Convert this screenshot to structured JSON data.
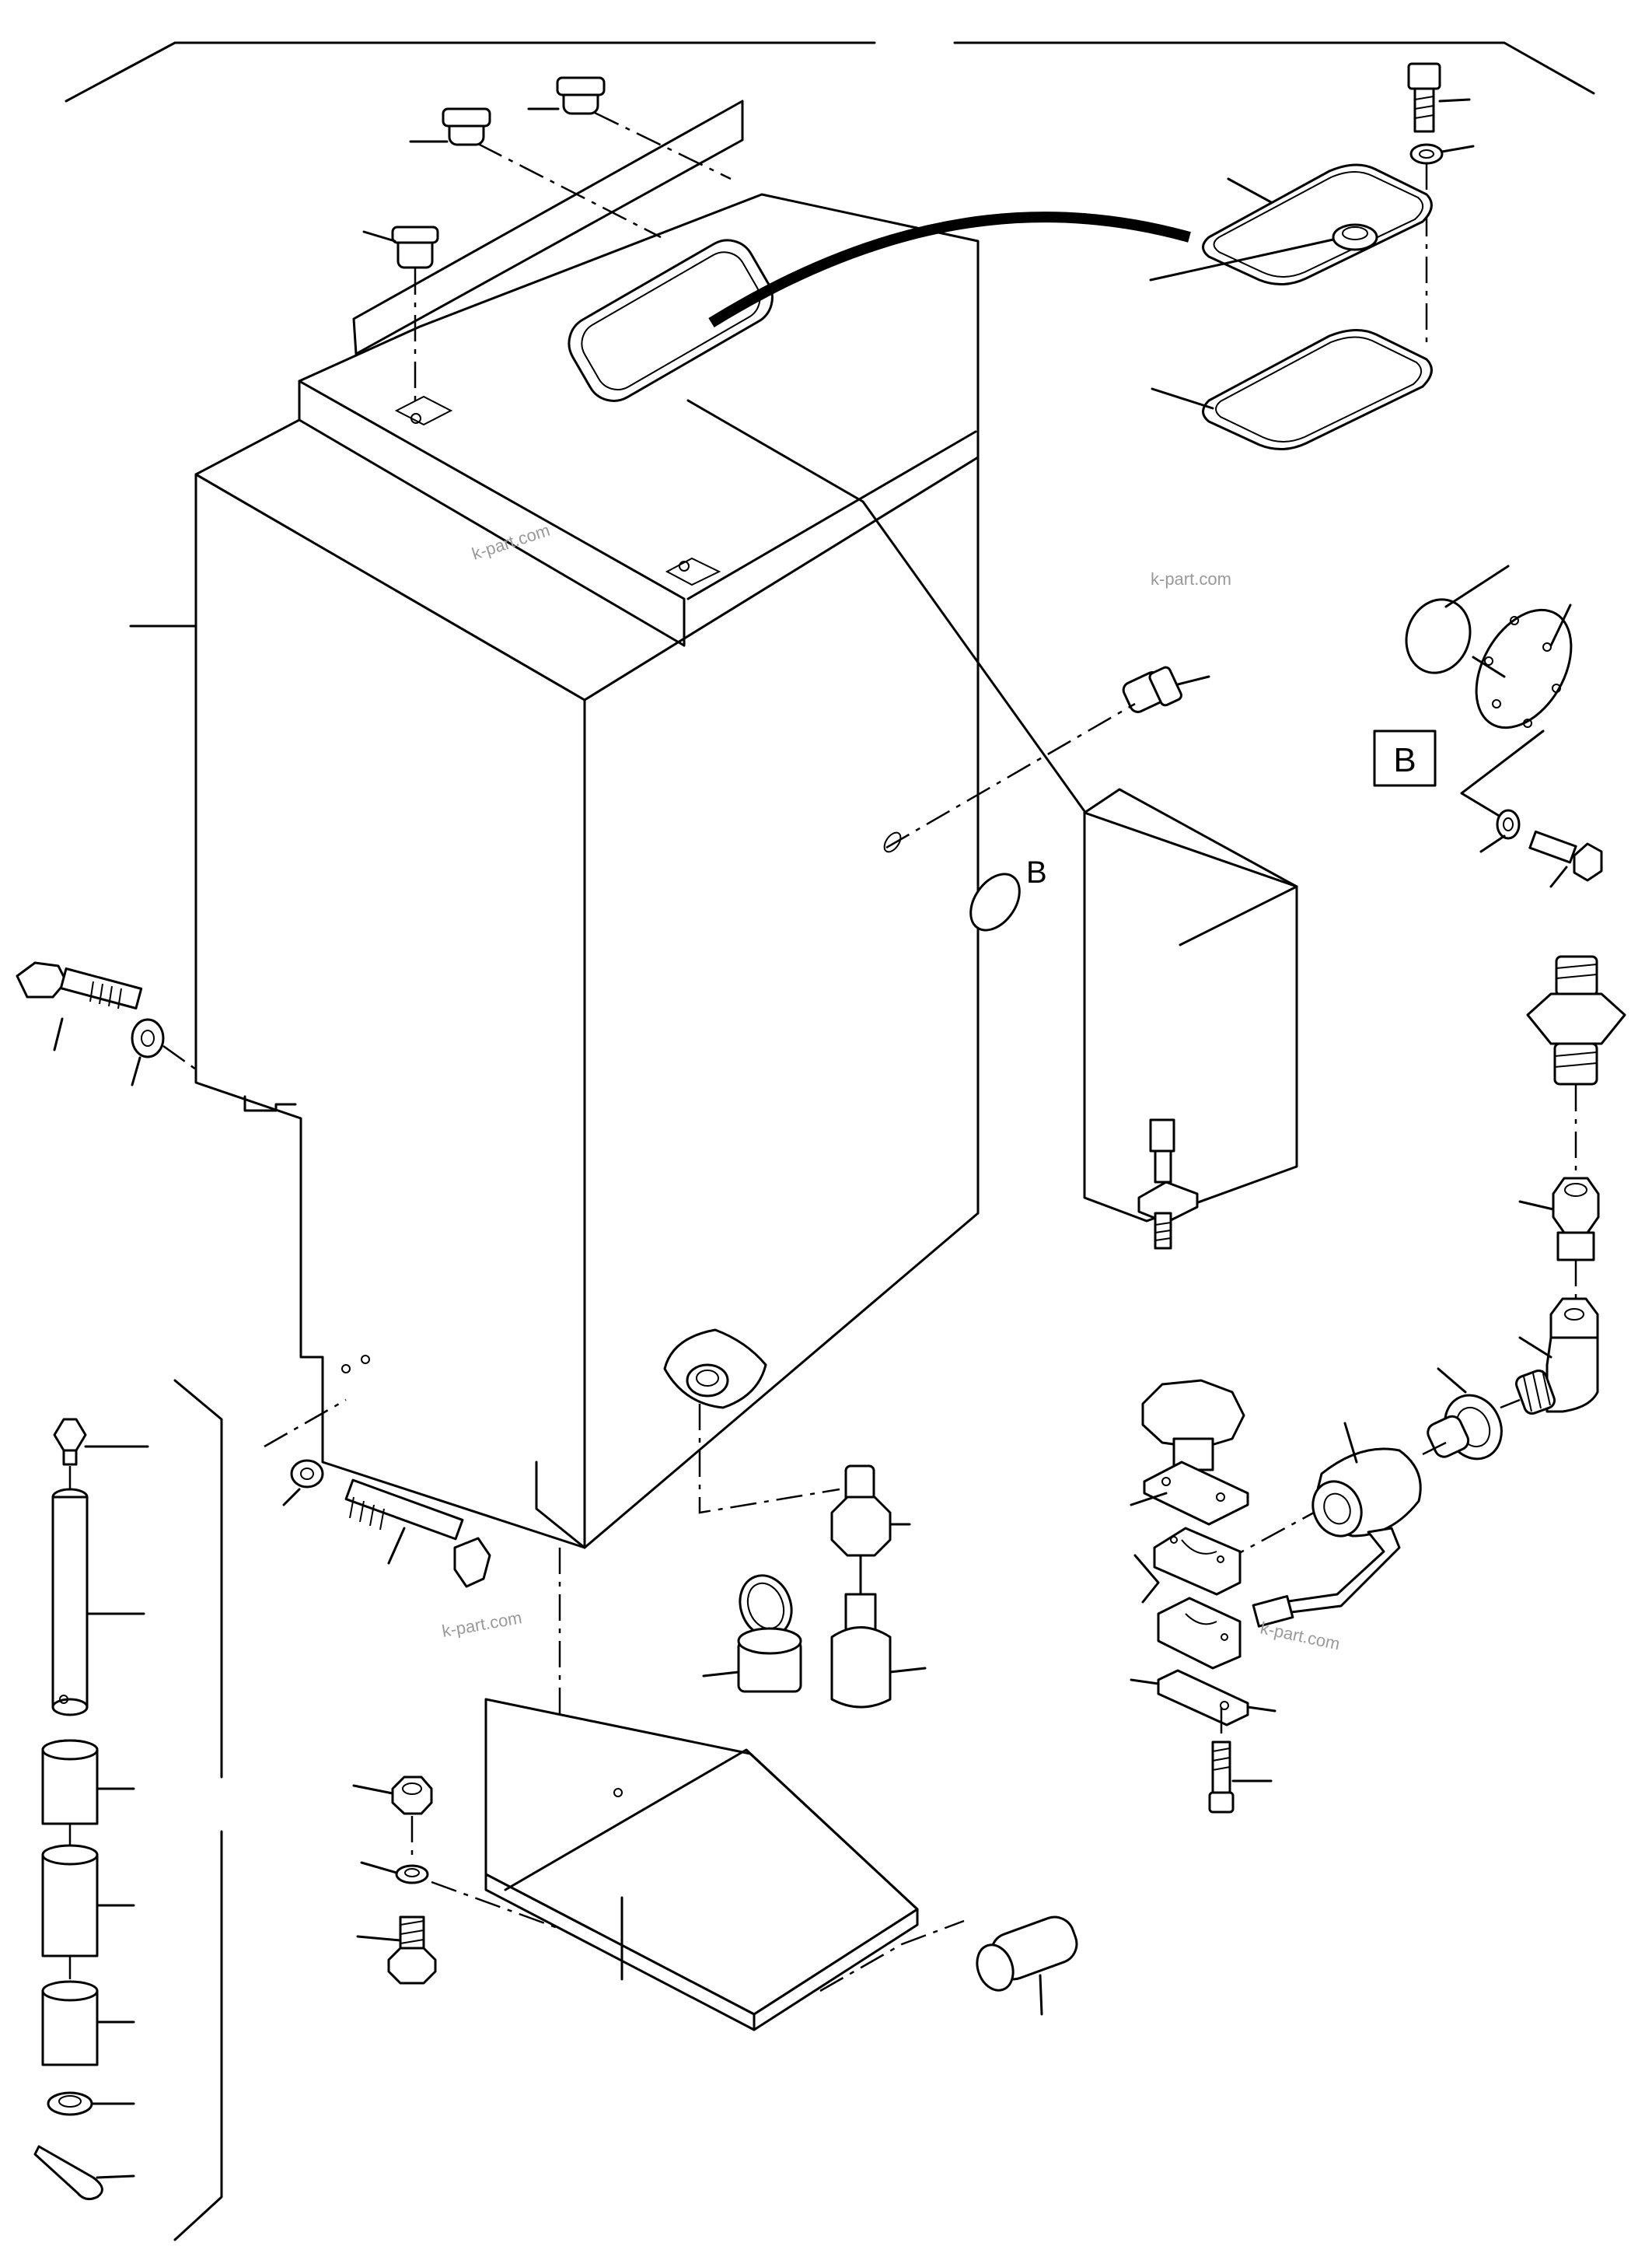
{
  "labels": {
    "detail_b_box": "B",
    "detail_b_ref": "B"
  },
  "watermarks": [
    "k-part.com",
    "k-part.com",
    "k-part.com",
    "k-part.com"
  ]
}
